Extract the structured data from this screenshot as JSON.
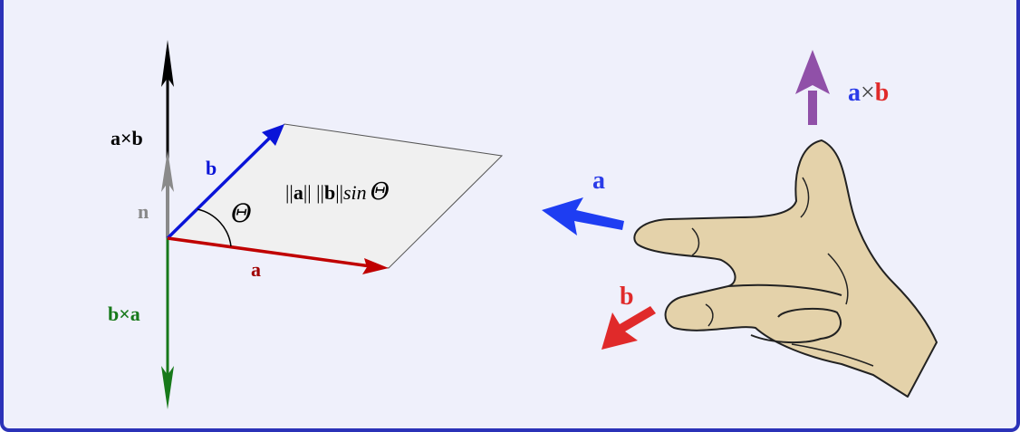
{
  "colors": {
    "panel_background": "#eff0fb",
    "panel_border": "#2b32b8",
    "vector_a": "#c00000",
    "vector_b": "#0a14d8",
    "cross_ab": "#000000",
    "normal_n": "#888888",
    "cross_ba": "#17791a",
    "parallelogram_fill": "#f0f0f0",
    "hand_a": "#1e3df2",
    "hand_b": "#e02a2a",
    "hand_axb": "#9050a8",
    "hand_skin": "#e4d2aa"
  },
  "left_diagram": {
    "label_axb": {
      "a": "a",
      "times": "×",
      "b": "b"
    },
    "label_n": "n",
    "label_bxa": {
      "b": "b",
      "times": "×",
      "a": "a"
    },
    "label_b": "b",
    "label_a": "a",
    "label_theta": "Θ",
    "area_label": {
      "open1": "||",
      "a": "a",
      "mid": "|| ||",
      "b": "b",
      "close": "||",
      "sin": "sin",
      "theta": "Θ"
    }
  },
  "right_hand": {
    "label_a": "a",
    "label_b": "b",
    "label_axb": {
      "a": "a",
      "times": "×",
      "b": "b"
    }
  }
}
